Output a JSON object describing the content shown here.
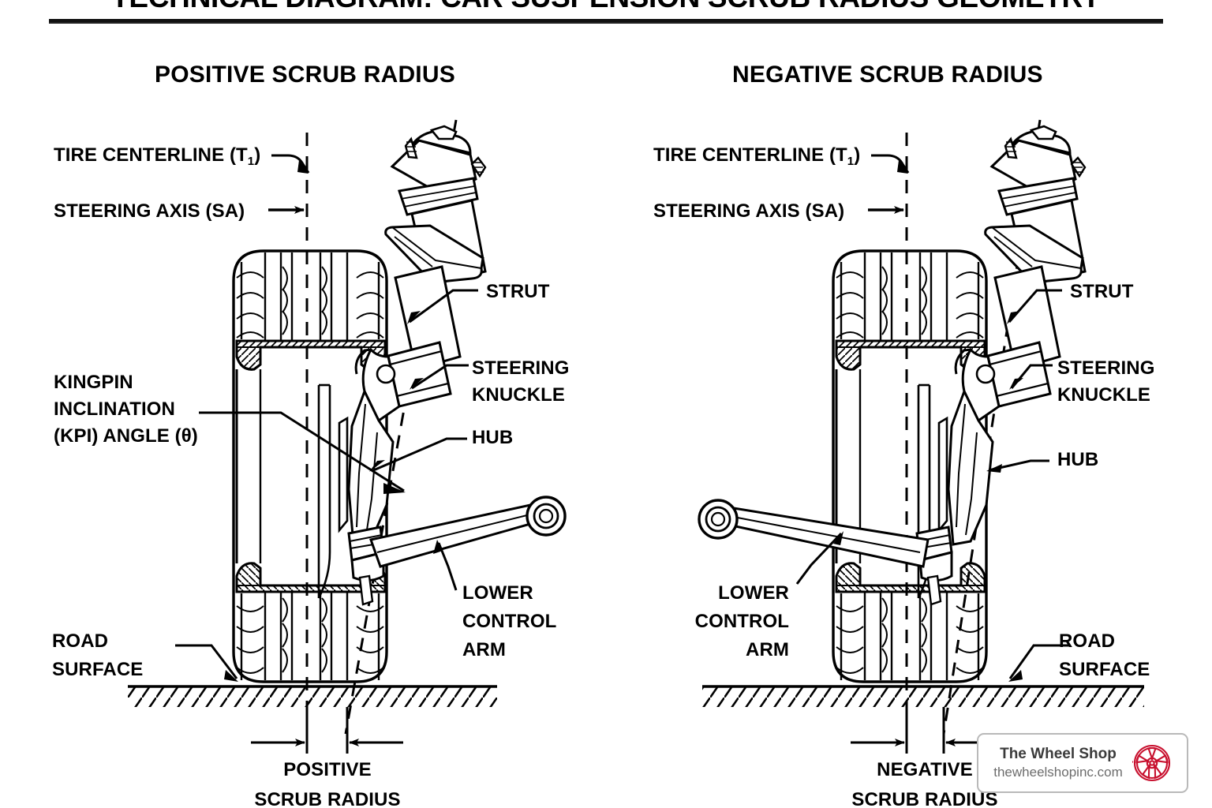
{
  "document": {
    "title": "TECHNICAL DIAGRAM: CAR SUSPENSION SCRUB RADIUS GEOMETRY",
    "type": "engineering-line-drawing",
    "background_color": "#ffffff",
    "line_color": "#000000"
  },
  "panels": {
    "left": {
      "heading": "POSITIVE SCRUB RADIUS",
      "labels": {
        "tire_centerline": "TIRE CENTERLINE (T",
        "tire_centerline_sub": "1",
        "tire_centerline_tail": ")",
        "steering_axis": "STEERING AXIS (SA)",
        "kingpin_line1": "KINGPIN",
        "kingpin_line2": "INCLINATION",
        "kingpin_line3": "(KPI) ANGLE (θ)",
        "strut": "STRUT",
        "steering_knuckle_line1": "STEERING",
        "steering_knuckle_line2": "KNUCKLE",
        "hub": "HUB",
        "lower_control_arm_line1": "LOWER",
        "lower_control_arm_line2": "CONTROL",
        "lower_control_arm_line3": "ARM",
        "road_surface_line1": "ROAD",
        "road_surface_line2": "SURFACE",
        "dimension_line1": "POSITIVE",
        "dimension_line2": "SCRUB RADIUS"
      }
    },
    "right": {
      "heading": "NEGATIVE SCRUB RADIUS",
      "labels": {
        "tire_centerline": "TIRE CENTERLINE (T",
        "tire_centerline_sub": "1",
        "tire_centerline_tail": ")",
        "steering_axis": "STEERING AXIS (SA)",
        "strut": "STRUT",
        "steering_knuckle_line1": "STEERING",
        "steering_knuckle_line2": "KNUCKLE",
        "hub": "HUB",
        "lower_control_arm_line1": "LOWER",
        "lower_control_arm_line2": "CONTROL",
        "lower_control_arm_line3": "ARM",
        "road_surface_line1": "ROAD",
        "road_surface_line2": "SURFACE",
        "dimension_line1": "NEGATIVE",
        "dimension_line2": "SCRUB RADIUS"
      }
    }
  },
  "watermark": {
    "brand": "The Wheel Shop",
    "url": "thewheelshopinc.com",
    "logo_icon": "wheel-rim-icon",
    "logo_color": "#c8102e",
    "border_color": "#b9b9b9",
    "text_color": "#3b3b3b",
    "url_color": "#6d6d6d"
  }
}
